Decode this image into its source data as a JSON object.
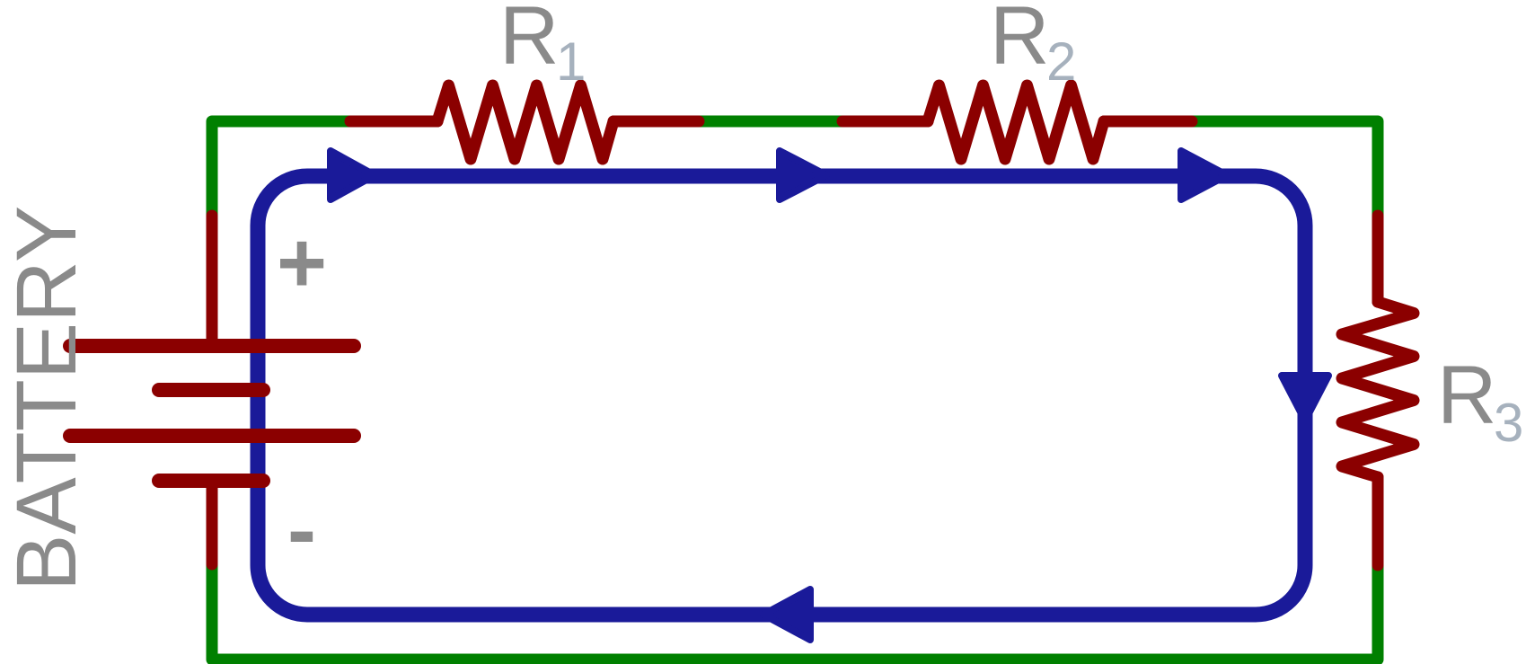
{
  "diagram": {
    "type": "series-circuit-schematic",
    "battery": {
      "label": "BATTERY",
      "positive_terminal": "+",
      "negative_terminal": "-"
    },
    "resistors": [
      {
        "id": "R1",
        "letter": "R",
        "subscript": "1",
        "position": "top-left"
      },
      {
        "id": "R2",
        "letter": "R",
        "subscript": "2",
        "position": "top-right"
      },
      {
        "id": "R3",
        "letter": "R",
        "subscript": "3",
        "position": "right"
      }
    ],
    "current_loop": {
      "direction": "clockwise",
      "arrow_count": 5
    },
    "colors": {
      "wire_green": "#008000",
      "component_red": "#8B0000",
      "current_blue": "#1A1A99",
      "label_gray": "#8A8A8A",
      "subscript_gray": "#A6B1BD",
      "background": "#FFFFFF"
    }
  }
}
